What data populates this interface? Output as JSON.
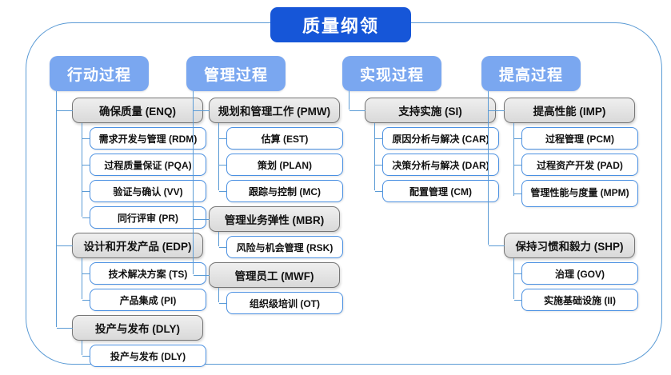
{
  "title": "质量纲领",
  "colors": {
    "title_bg": "#1656d8",
    "header_bg": "#7aa7f0",
    "connector": "#5b9bd5",
    "group_fill": "#e2e2e2",
    "group_border": "#767676",
    "item_border": "#4a90e2"
  },
  "columns": [
    {
      "header": "行动过程",
      "groups": [
        {
          "label": "确保质量 (ENQ)",
          "items": [
            "需求开发与管理 (RDM)",
            "过程质量保证 (PQA)",
            "验证与确认 (VV)",
            "同行评审 (PR)"
          ]
        },
        {
          "label": "设计和开发产品 (EDP)",
          "items": [
            "技术解决方案 (TS)",
            "产品集成 (PI)"
          ]
        },
        {
          "label": "投产与发布 (DLY)",
          "items": [
            "投产与发布 (DLY)"
          ]
        }
      ]
    },
    {
      "header": "管理过程",
      "groups": [
        {
          "label": "规划和管理工作 (PMW)",
          "items": [
            "估算 (EST)",
            "策划 (PLAN)",
            "跟踪与控制 (MC)"
          ]
        },
        {
          "label": "管理业务弹性 (MBR)",
          "items": [
            "风险与机会管理 (RSK)"
          ]
        },
        {
          "label": "管理员工 (MWF)",
          "items": [
            "组织级培训 (OT)"
          ]
        }
      ]
    },
    {
      "header": "实现过程",
      "groups": [
        {
          "label": "支持实施 (SI)",
          "items": [
            "原因分析与解决 (CAR)",
            "决策分析与解决 (DAR)",
            "配置管理 (CM)"
          ]
        }
      ]
    },
    {
      "header": "提高过程",
      "groups": [
        {
          "label": "提高性能 (IMP)",
          "items": [
            "过程管理 (PCM)",
            "过程资产开发 (PAD)",
            "管理性能与度量 (MPM)"
          ]
        },
        {
          "label": "保持习惯和毅力 (SHP)",
          "items": [
            "治理 (GOV)",
            "实施基础设施 (II)"
          ]
        }
      ]
    }
  ]
}
